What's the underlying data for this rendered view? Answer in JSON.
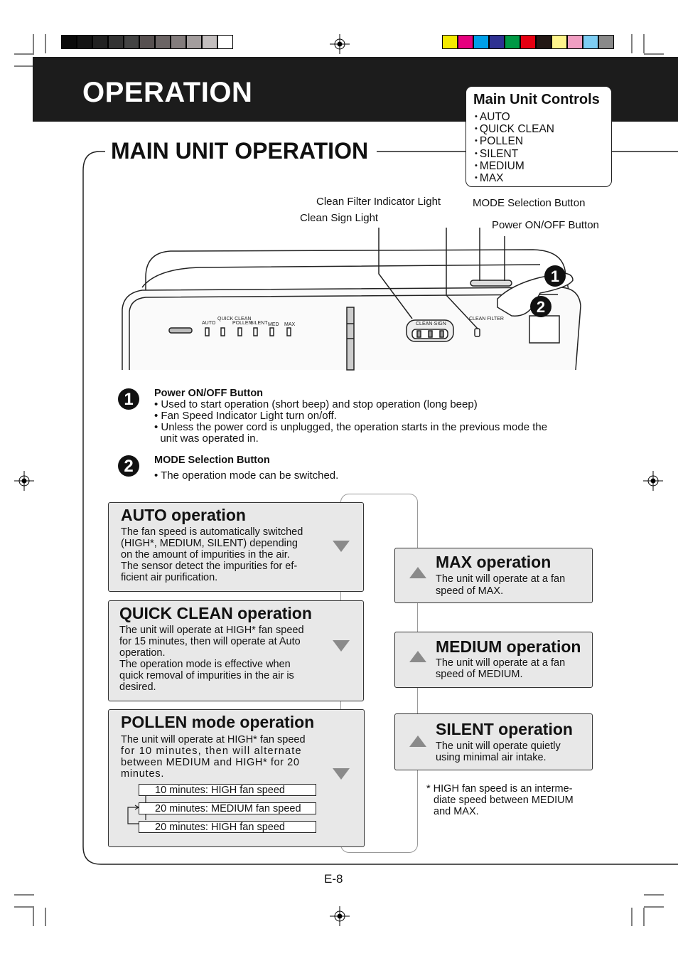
{
  "header": {
    "title": "OPERATION"
  },
  "controls_box": {
    "title": "Main Unit Controls",
    "items": [
      "AUTO",
      "QUICK CLEAN",
      "POLLEN",
      "SILENT",
      "MEDIUM",
      "MAX"
    ]
  },
  "section_title": "MAIN UNIT OPERATION",
  "diagram": {
    "clean_filter_label": "Clean Filter Indicator Light",
    "clean_sign_label": "Clean Sign Light",
    "mode_button_label": "MODE Selection Button",
    "power_button_label": "Power ON/OFF Button",
    "panel_labels": [
      "AUTO",
      "QUICK CLEAN",
      "POLLEN",
      "SILENT",
      "MED",
      "MAX"
    ],
    "clean_sign_text": "CLEAN·SIGN",
    "clean_filter_text": "CLEAN FILTER",
    "callout_1": "1",
    "callout_2": "2"
  },
  "descriptions": [
    {
      "number": "1",
      "heading": "Power ON/OFF Button",
      "lines": [
        "• Used to start operation (short beep) and stop operation (long beep)",
        "• Fan Speed Indicator Light turn on/off.",
        "• Unless the power cord is unplugged, the operation starts in the previous mode the",
        "  unit was operated in."
      ]
    },
    {
      "number": "2",
      "heading": "MODE Selection Button",
      "lines": [
        "• The operation mode can be switched."
      ]
    }
  ],
  "operations_left": [
    {
      "title": "AUTO operation",
      "text": [
        "The fan speed is automatically switched",
        "(HIGH*, MEDIUM, SILENT) depending",
        "on the amount of impurities in the air.",
        "The sensor detect the impurities  for ef-",
        "ficient air purification."
      ]
    },
    {
      "title": "QUICK CLEAN operation",
      "text": [
        "The unit will operate at HIGH* fan speed",
        "for 15 minutes, then will operate at Auto",
        "operation.",
        "The operation mode is effective when",
        "quick removal of impurities in the air is",
        "desired."
      ]
    },
    {
      "title": "POLLEN mode operation",
      "text": [
        "The unit will operate at HIGH* fan speed",
        "for 10 minutes, then will alternate",
        "between MEDIUM and HIGH* for 20",
        "minutes."
      ],
      "steps": [
        "10 minutes: HIGH fan speed",
        "20 minutes: MEDIUM fan speed",
        "20 minutes: HIGH fan speed"
      ]
    }
  ],
  "operations_right": [
    {
      "title": "MAX operation",
      "text": [
        "The unit will operate at a fan",
        "speed of MAX."
      ]
    },
    {
      "title": "MEDIUM operation",
      "text": [
        "The unit will operate at a fan",
        "speed of MEDIUM."
      ]
    },
    {
      "title": "SILENT operation",
      "text": [
        "The unit will operate quietly",
        "using minimal air intake."
      ]
    }
  ],
  "footnote": [
    "* HIGH fan speed is an interme-",
    "diate speed between MEDIUM",
    "and MAX."
  ],
  "page_number": "E-8",
  "colors": {
    "gray_bar": [
      "#0a0a0a",
      "#141414",
      "#222222",
      "#333333",
      "#444444",
      "#575050",
      "#6b6464",
      "#837c7c",
      "#a39d9d",
      "#c4bfbf",
      "#ffffff"
    ],
    "color_bar": [
      "#f4e900",
      "#e6007e",
      "#00a0e9",
      "#2e3192",
      "#009944",
      "#e60012",
      "#231815",
      "#fff58c",
      "#f19ec2",
      "#7ecef4",
      "#898989"
    ]
  }
}
